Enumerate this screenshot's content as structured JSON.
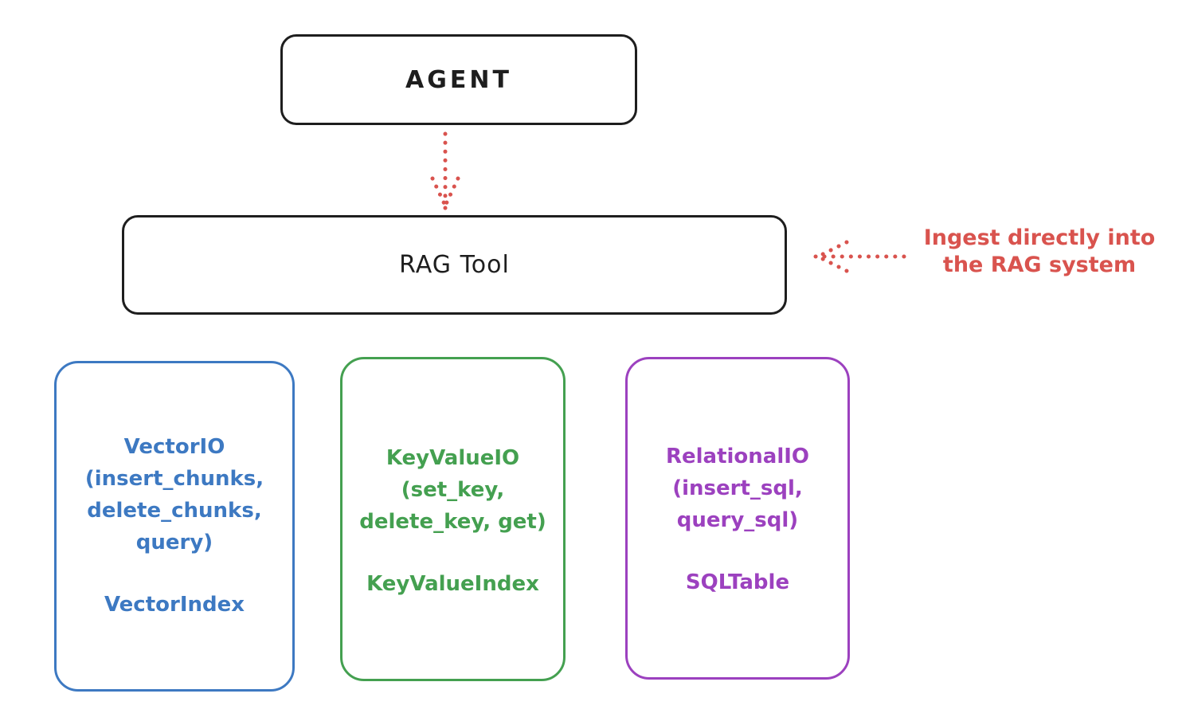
{
  "diagram": {
    "agent": {
      "label": "AGENT"
    },
    "rag_tool": {
      "label": "RAG Tool"
    },
    "annotation": {
      "line1": "Ingest directly into",
      "line2": "the RAG system"
    },
    "boxes": {
      "vector": {
        "title": "VectorIO",
        "args_line1": "(insert_chunks,",
        "args_line2": "delete_chunks,",
        "args_line3": "query)",
        "index": "VectorIndex",
        "color": "#3d79c2"
      },
      "keyvalue": {
        "title": "KeyValueIO",
        "args_line1": "(set_key,",
        "args_line2": "delete_key, get)",
        "index": "KeyValueIndex",
        "color": "#44a050"
      },
      "relational": {
        "title": "RelationalIO",
        "args_line1": "(insert_sql,",
        "args_line2": "query_sql)",
        "index": "SQLTable",
        "color": "#9c41bf"
      }
    },
    "colors": {
      "ink": "#1e1e1e",
      "red": "#d9534e",
      "blue": "#3d79c2",
      "green": "#44a050",
      "purple": "#9c41bf"
    }
  }
}
